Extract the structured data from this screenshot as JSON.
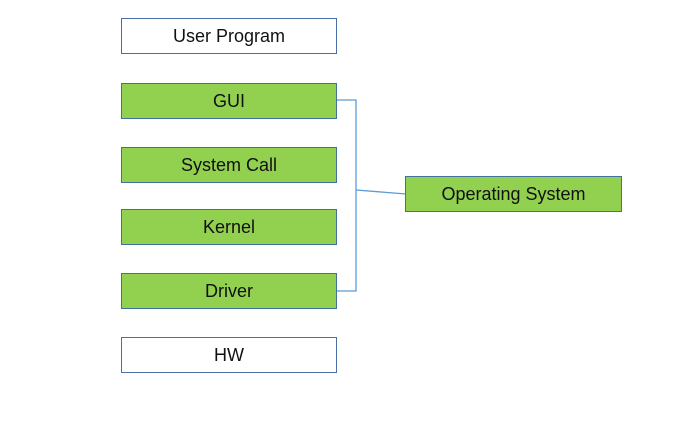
{
  "colors": {
    "green_fill": "#92d050",
    "box_border": "#41719c",
    "connector": "#5b9bd5"
  },
  "layers": [
    {
      "label": "User Program",
      "style": "plain"
    },
    {
      "label": "GUI",
      "style": "green"
    },
    {
      "label": "System Call",
      "style": "green"
    },
    {
      "label": "Kernel",
      "style": "green"
    },
    {
      "label": "Driver",
      "style": "green"
    },
    {
      "label": "HW",
      "style": "plain"
    }
  ],
  "group": {
    "label": "Operating System",
    "members": [
      "GUI",
      "System Call",
      "Kernel",
      "Driver"
    ]
  }
}
